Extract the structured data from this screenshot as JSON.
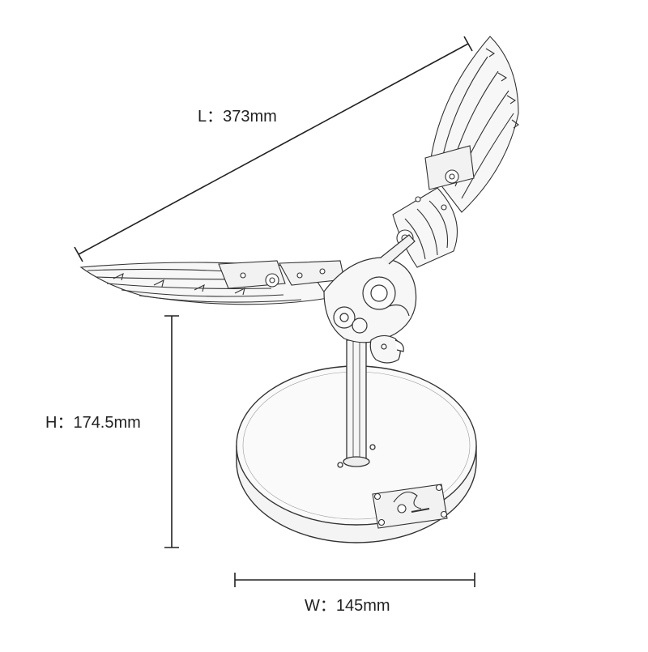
{
  "dimensions": {
    "length": "L：373mm",
    "height": "H：174.5mm",
    "width": "W：145mm"
  },
  "colors": {
    "line": "#333333",
    "dimension_line": "#222222",
    "metal_fill": "#f7f7f7"
  }
}
